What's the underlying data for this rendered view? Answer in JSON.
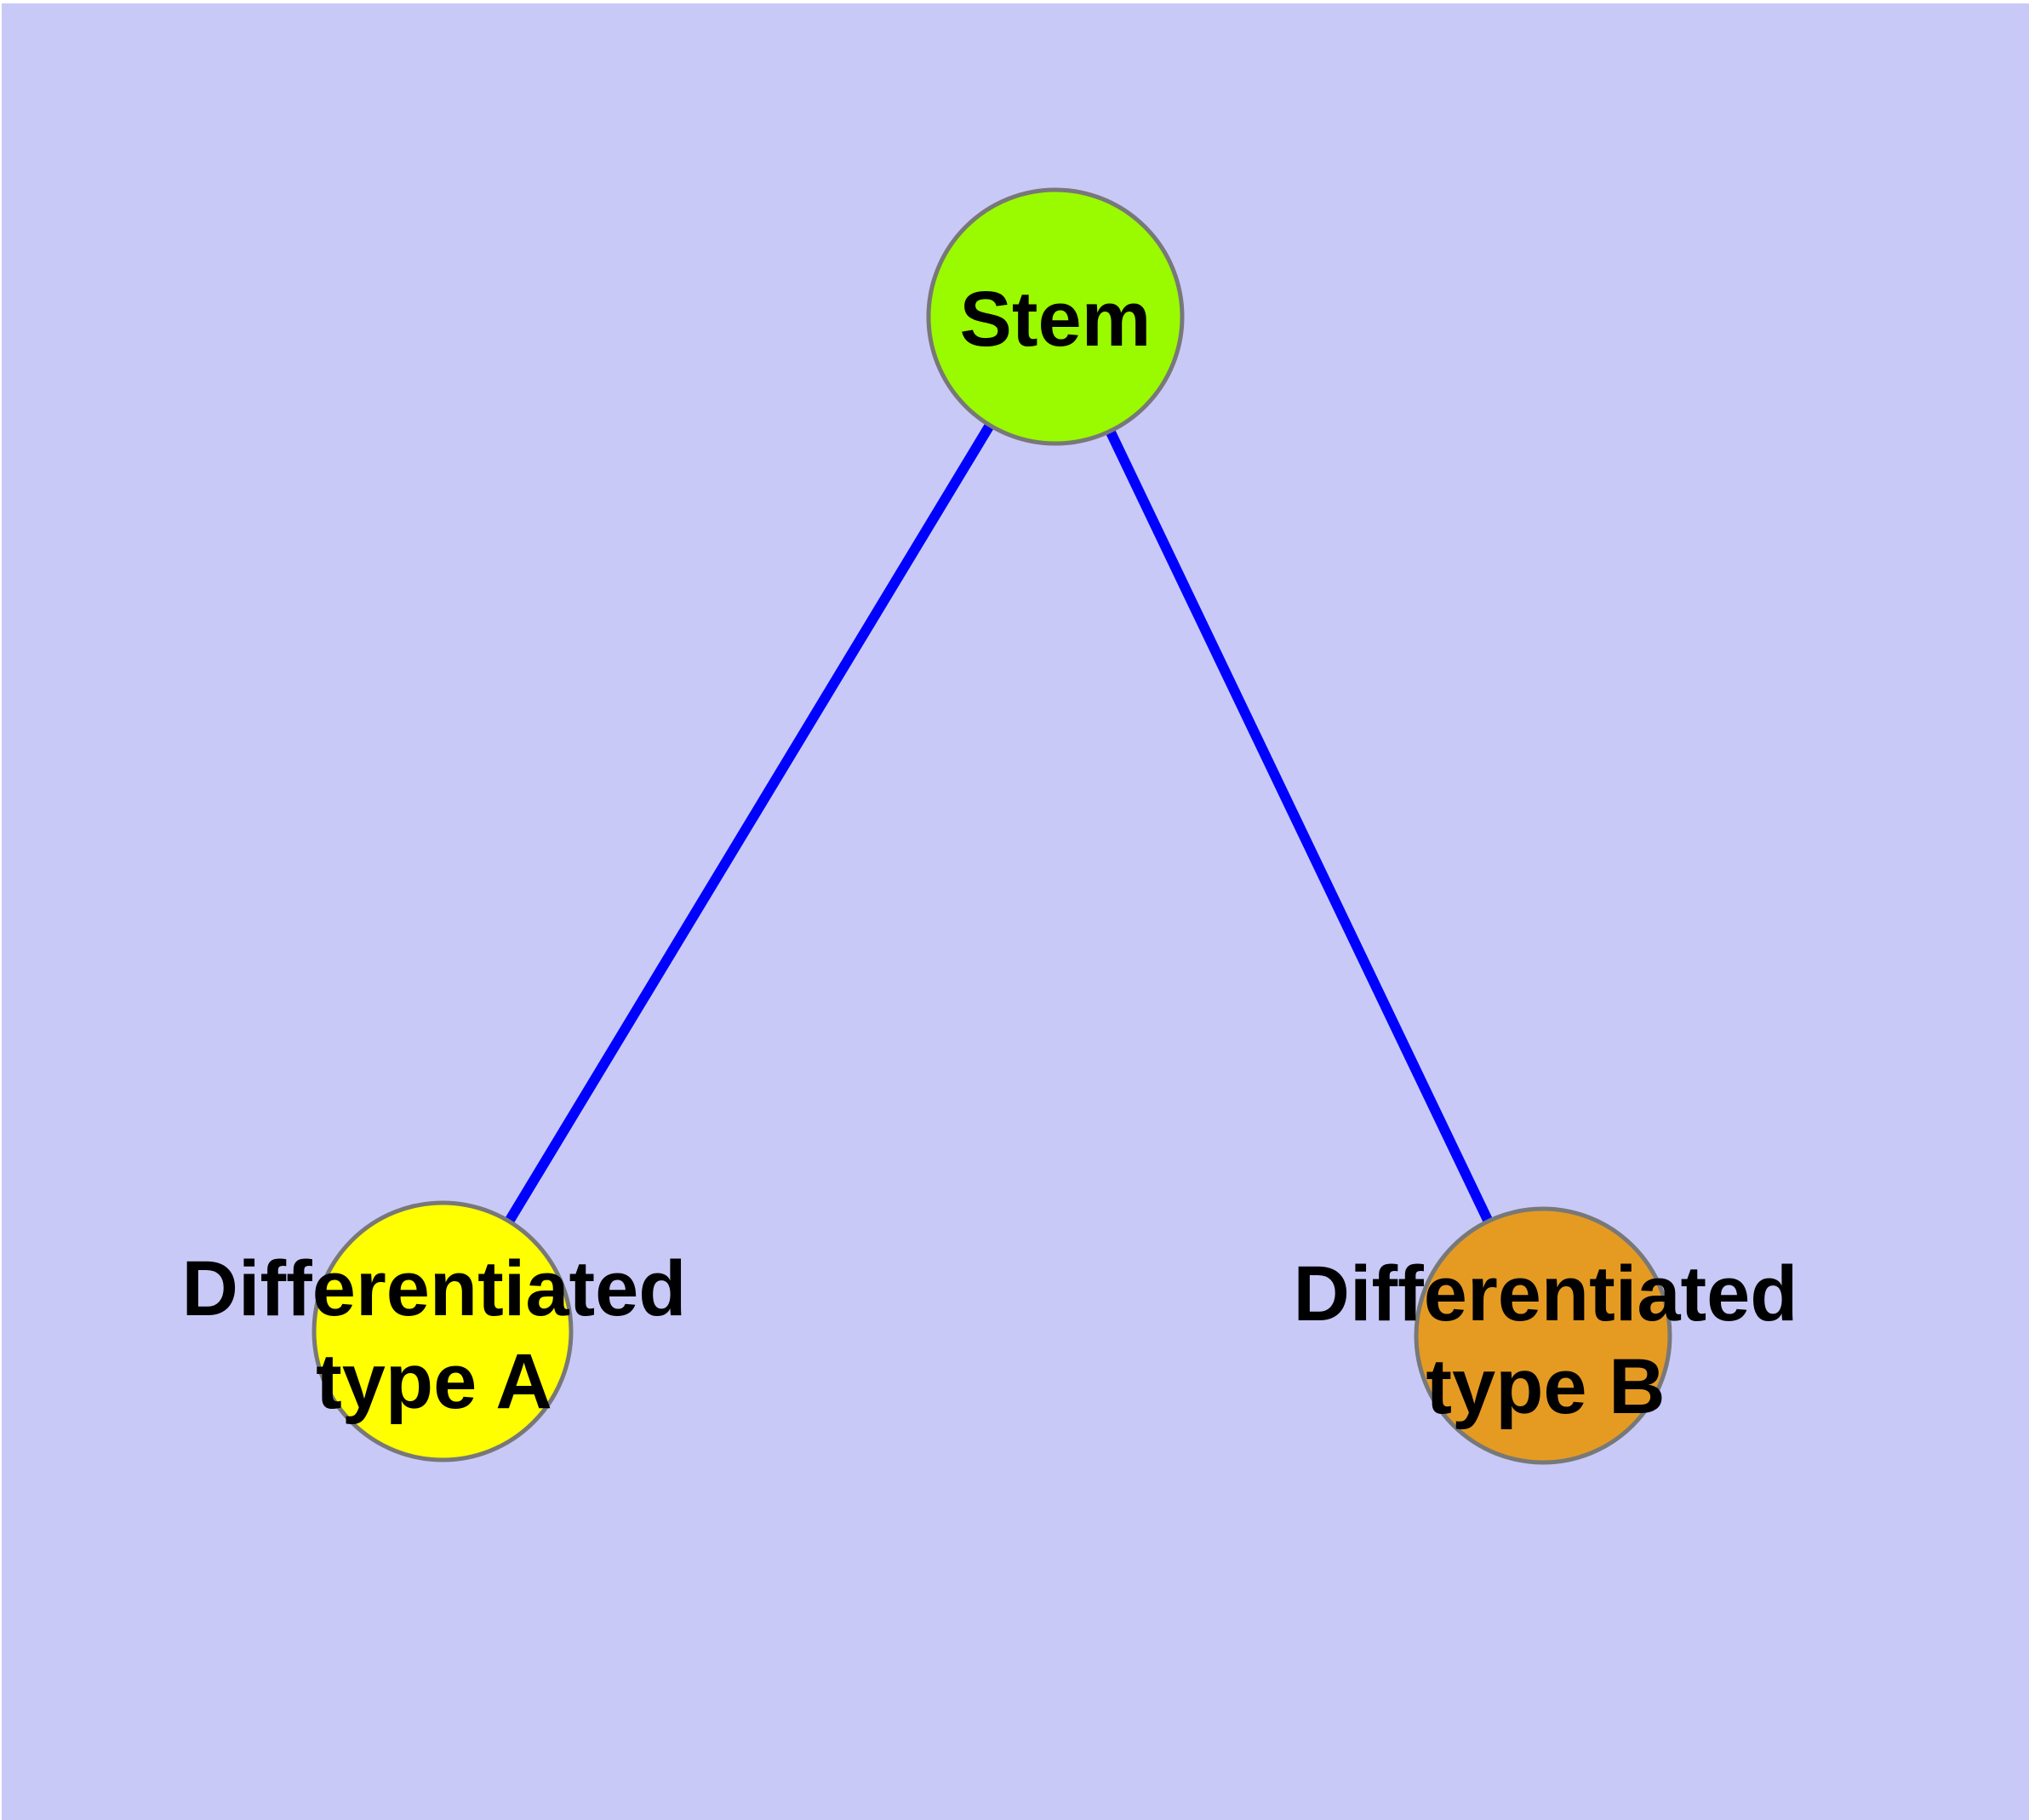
{
  "diagram": {
    "background_color": "#C9C9F8",
    "page_margin_color": "#FFFFFF",
    "edge_color": "#0000FF",
    "node_border_color": "#787878",
    "text_color": "#000000",
    "nodes": [
      {
        "id": "stem",
        "label": "Stem",
        "line1": "Stem",
        "line2": "",
        "fill": "#9AFA00"
      },
      {
        "id": "type-a",
        "label": "Differentiated type A",
        "line1": "Differentiated",
        "line2": "type A",
        "fill": "#FFFF00"
      },
      {
        "id": "type-b",
        "label": "Differentiated type B",
        "line1": "Differentiated",
        "line2": "type B",
        "fill": "#E59B22"
      }
    ],
    "edges": [
      {
        "from": "Stem",
        "to": "Differentiated type A"
      },
      {
        "from": "Stem",
        "to": "Differentiated type B"
      }
    ]
  }
}
